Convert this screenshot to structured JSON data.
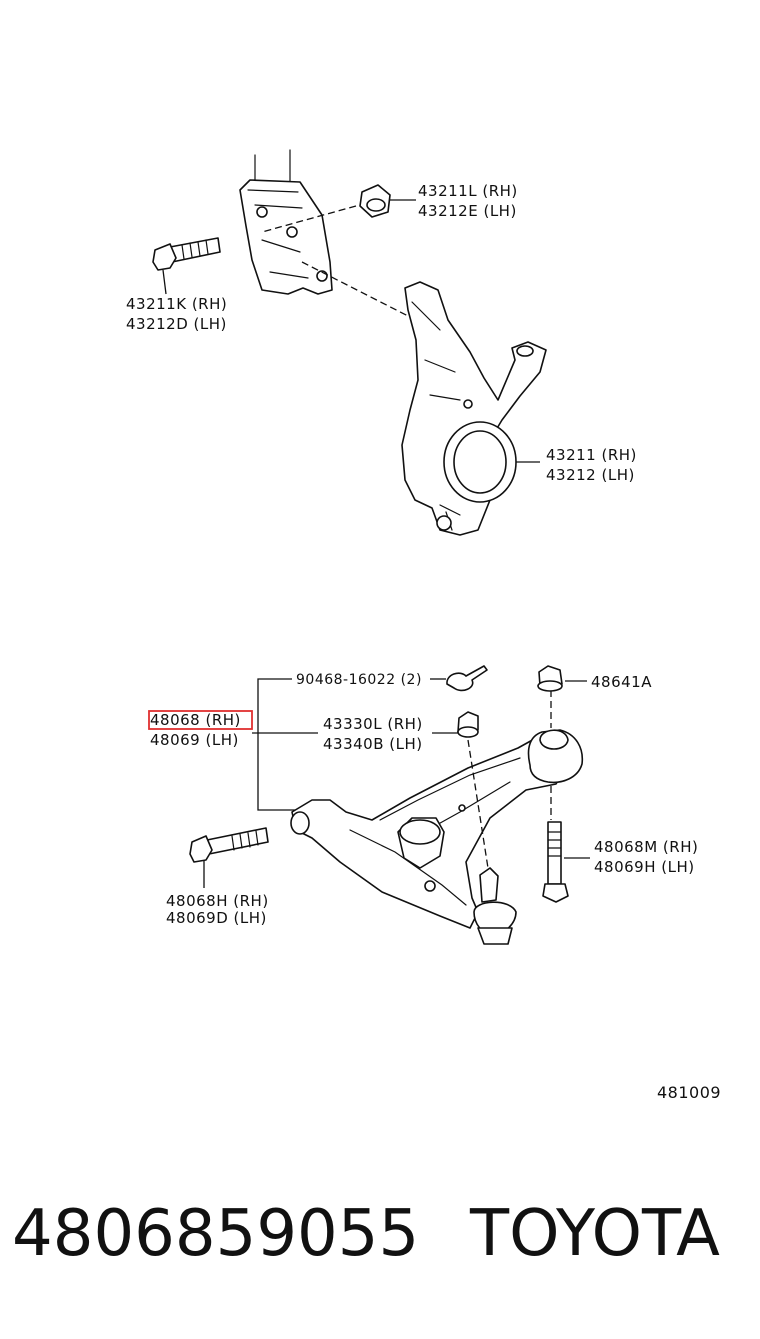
{
  "callouts": {
    "strut_nut": [
      "43211L (RH)",
      "43212E (LH)"
    ],
    "strut_bolt": [
      "43211K (RH)",
      "43212D (LH)"
    ],
    "knuckle": [
      "43211 (RH)",
      "43212 (LH)"
    ],
    "cotter_pin": "90468-16022 (2)",
    "arm_nut": "48641A",
    "lower_arm": [
      "48068 (RH)",
      "48069 (LH)"
    ],
    "ball_joint": [
      "43330L (RH)",
      "43340B (LH)"
    ],
    "rear_bolt": [
      "48068M (RH)",
      "48069H (LH)"
    ],
    "front_bolt": [
      "48068H (RH)",
      "48069D (LH)"
    ]
  },
  "highlight": {
    "part": "48068 (RH)",
    "color": "#e03030"
  },
  "diagram_ref": "481009",
  "footer": {
    "part_number": "4806859055",
    "brand": "TOYOTA"
  }
}
